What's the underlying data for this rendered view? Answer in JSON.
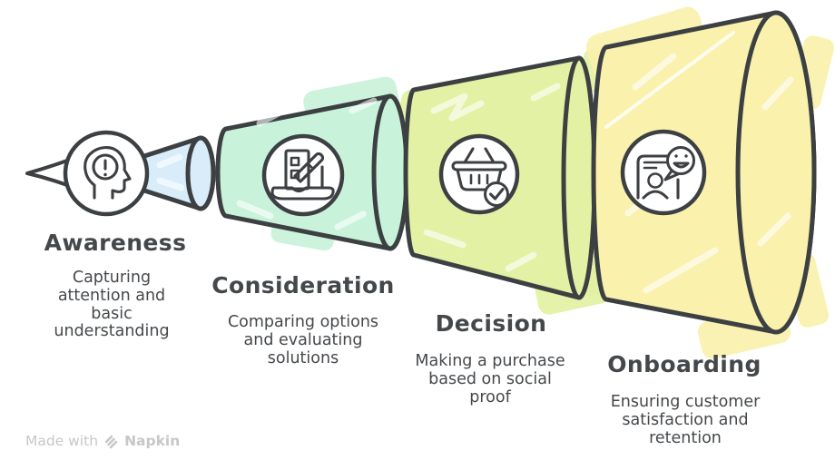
{
  "theme": {
    "ink": "#3d4043",
    "text_color": "#45484b",
    "watermark_color": "#c7c7c7",
    "background": "#ffffff"
  },
  "diagram": {
    "type": "horizontal-funnel",
    "stages": [
      {
        "name": "Awareness",
        "description": "Capturing\nattention and\nbasic\nunderstanding",
        "color": "#d8edf9",
        "icon": "head-alert-icon"
      },
      {
        "name": "Consideration",
        "description": "Comparing options\nand evaluating\nsolutions",
        "color": "#c9f2da",
        "icon": "laptop-checklist-pencil-icon"
      },
      {
        "name": "Decision",
        "description": "Making a purchase\nbased on social\nproof",
        "color": "#e2f1a3",
        "icon": "basket-check-icon"
      },
      {
        "name": "Onboarding",
        "description": "Ensuring customer\nsatisfaction and\nretention",
        "color": "#faf1ac",
        "icon": "phone-feedback-icon"
      }
    ]
  },
  "watermark": {
    "prefix": "Made with",
    "brand": "Napkin",
    "logo_icon": "napkin-strokes-icon"
  }
}
